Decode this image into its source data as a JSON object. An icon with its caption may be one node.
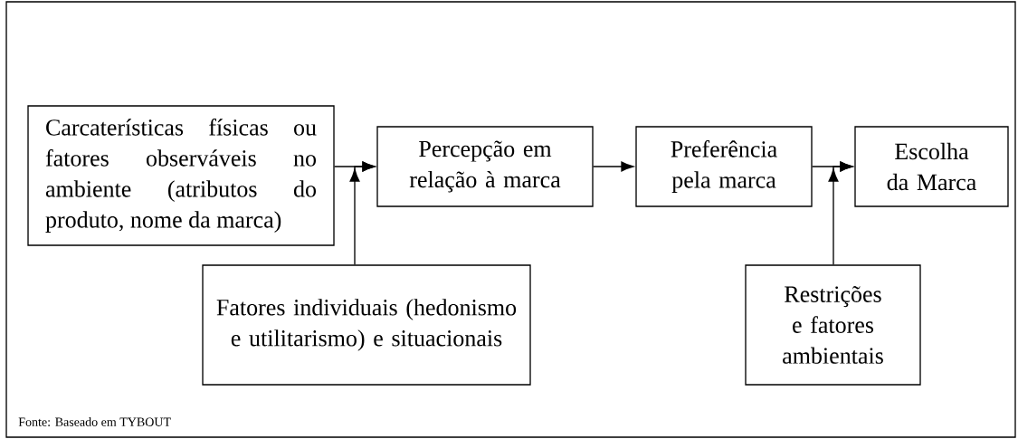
{
  "diagram": {
    "nodes": [
      {
        "text": [
          "Carcaterísticas físicas ou fatores observáveis no ambiente (atributos do produto, nome da marca)"
        ]
      },
      {
        "text": [
          "Percepção em relação à marca"
        ]
      },
      {
        "text": [
          "Preferência pela marca"
        ]
      },
      {
        "text": [
          "Escolha da Marca"
        ]
      },
      {
        "text": [
          "Fatores individuais (hedonismo e utilitarismo) e situacionais"
        ]
      },
      {
        "text": [
          "Restrições e fatores ambientais"
        ]
      }
    ],
    "edges": [
      {
        "from": 0,
        "to": 1,
        "arrow": "to"
      },
      {
        "from": 4,
        "to": 1,
        "arrow": "to"
      },
      {
        "from": 1,
        "to": 2,
        "arrow": "to"
      },
      {
        "from": 2,
        "to": 3,
        "arrow": "to"
      },
      {
        "from": 5,
        "to": 3,
        "arrow": "to"
      }
    ],
    "labels": [
      "Fonte: Baseado em TYBOUT"
    ]
  }
}
